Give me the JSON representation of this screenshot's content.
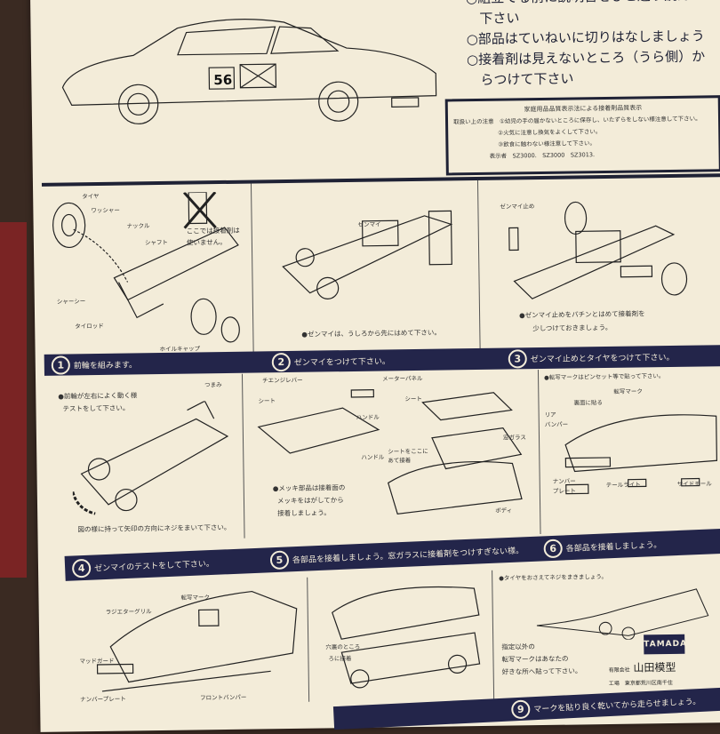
{
  "notes": [
    "○組立てる前に説明書をひと通り読んで",
    "　下さい",
    "○部品はていねいに切りはなしましょう",
    "○接着剤は見えないところ（うら側）か",
    "　らつけて下さい"
  ],
  "caution": {
    "title": "家庭用品品質表示法による接着剤品質表示",
    "label": "取扱い上の注意",
    "items": [
      "①幼児の手の届かないところに保存し、いたずらをしない様注意して下さい。",
      "②火気に注意し換気をよくして下さい。",
      "③飲食に触わない様注意して下さい。"
    ],
    "footer": "表示者　SZ3000.　SZ3000　SZ3013."
  },
  "car": {
    "number": "56"
  },
  "row1": {
    "panel1": {
      "labels": [
        "タイヤ",
        "ワッシャー",
        "ナックル",
        "シャフト",
        "シャーシー",
        "タイロッド",
        "ホイルキャップ"
      ],
      "note": "ここでは接着剤は\n使いません。"
    },
    "panel2": {
      "label": "ゼンマイ",
      "caption": "●ゼンマイは、うしろから先にはめて下さい。"
    },
    "panel3": {
      "label": "ゼンマイ止め",
      "caption1": "●ゼンマイ止めをパチンとはめて接着剤を",
      "caption2": "少しつけておきましょう。"
    }
  },
  "steps": [
    {
      "num": "1",
      "text": "前輪を組みます。"
    },
    {
      "num": "2",
      "text": "ゼンマイをつけて下さい。"
    },
    {
      "num": "3",
      "text": "ゼンマイ止めとタイヤをつけて下さい。"
    },
    {
      "num": "4",
      "text": "ゼンマイのテストをして下さい。"
    },
    {
      "num": "5",
      "text": "各部品を接着しましょう。窓ガラスに接着剤をつけすぎない様。"
    },
    {
      "num": "6",
      "text": "各部品を接着しましょう。"
    },
    {
      "num": "9",
      "text": "マークを貼り良く乾いてから走らせましょう。"
    }
  ],
  "row2": {
    "panel1": {
      "label": "つまみ",
      "caption1": "●前輪が左右によく動く様",
      "caption2": "テストをして下さい。",
      "bottom": "図の様に持って矢印の方向にネジをまいて下さい。"
    },
    "panel2": {
      "labels": [
        "チエンジレバー",
        "メーターパネル",
        "シート",
        "ハンドル",
        "シート",
        "ハンドル",
        "窓ガラス",
        "ボディ"
      ],
      "caption1": "●メッキ部品は接着面の",
      "caption2": "メッキをはがしてから",
      "caption3": "接着しましょう。",
      "note": "シートをここに\nあて接着"
    },
    "panel3": {
      "top": "●転写マークはピンセット等で貼って下さい。",
      "labels": [
        "転写マーク",
        "リア",
        "バンパー",
        "裏面に貼る",
        "ナンバー",
        "プレート",
        "テールライト",
        "サイドモール"
      ]
    }
  },
  "row3": {
    "panel1": {
      "labels": [
        "ラジエターグリル",
        "転写マーク",
        "マッドガード",
        "ナンバープレート",
        "フロントバンパー"
      ]
    },
    "panel2": {
      "labels": [
        "穴裏のところ",
        "ろに接着"
      ]
    },
    "panel3": {
      "top": "●タイヤをおさえてネジをまきましょう。",
      "caption1": "指定以外の",
      "caption2": "転写マークはあなたの",
      "caption3": "好きな所へ貼って下さい。"
    }
  },
  "brand": {
    "logo": "TAMADA",
    "company_type": "有限会社",
    "company": "山田模型",
    "address": "工場　東京都荒川区南千住"
  },
  "colors": {
    "paper": "#f3ecd9",
    "ink": "#23254a"
  }
}
